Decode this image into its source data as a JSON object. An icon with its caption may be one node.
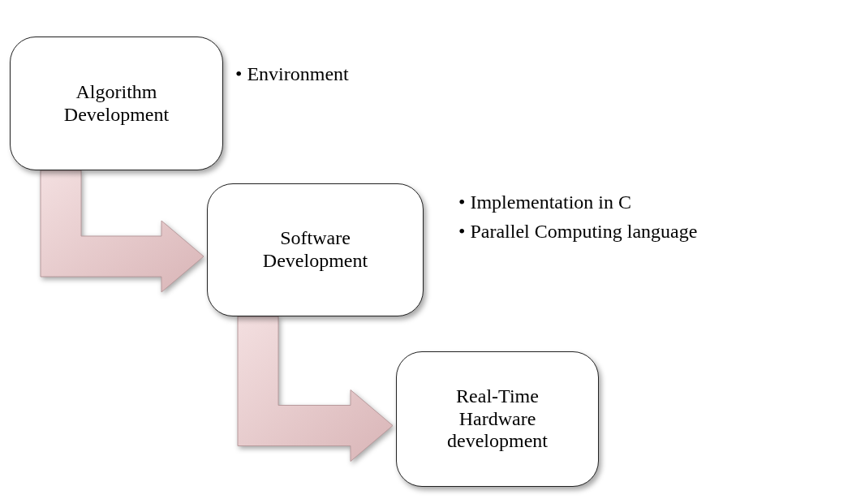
{
  "diagram": {
    "nodes": [
      {
        "text": [
          "Algorithm Development"
        ],
        "beside": [
          "• Environment"
        ]
      },
      {
        "text": [
          "Software Development"
        ],
        "beside": [
          "• Implementation in C",
          "• Parallel Computing language"
        ]
      },
      {
        "text": [
          "Real-Time Hardware development"
        ]
      }
    ],
    "edges": [
      {
        "from": 0,
        "to": 1,
        "arrow": "to"
      },
      {
        "from": 1,
        "to": 2,
        "arrow": "to"
      }
    ]
  }
}
